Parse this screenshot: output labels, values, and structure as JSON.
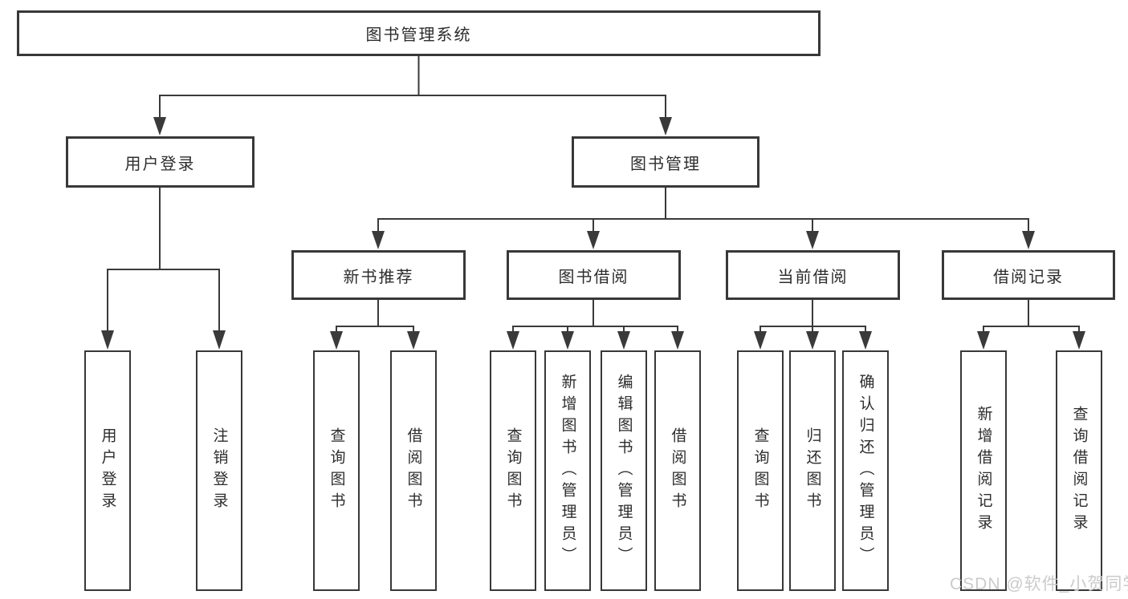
{
  "tree": {
    "root": {
      "label": "图书管理系统"
    },
    "branches": [
      {
        "label": "用户登录",
        "children": [
          {
            "label": "用户登录"
          },
          {
            "label": "注销登录"
          }
        ]
      },
      {
        "label": "图书管理",
        "groups": [
          {
            "label": "新书推荐",
            "children": [
              {
                "label": "查询图书"
              },
              {
                "label": "借阅图书"
              }
            ]
          },
          {
            "label": "图书借阅",
            "children": [
              {
                "label": "查询图书"
              },
              {
                "label": "新增图书（管理员）"
              },
              {
                "label": "编辑图书（管理员）"
              },
              {
                "label": "借阅图书"
              }
            ]
          },
          {
            "label": "当前借阅",
            "children": [
              {
                "label": "查询图书"
              },
              {
                "label": "归还图书"
              },
              {
                "label": "确认归还（管理员）"
              }
            ]
          },
          {
            "label": "借阅记录",
            "children": [
              {
                "label": "新增借阅记录"
              },
              {
                "label": "查询借阅记录"
              }
            ]
          }
        ]
      }
    ]
  },
  "watermark": "CSDN @软件_小贺同学",
  "colors": {
    "line": "#3a3a3a",
    "box_border": "#383838",
    "text": "#2d2d2d",
    "watermark": "#cbcbcb",
    "background": "#ffffff"
  }
}
